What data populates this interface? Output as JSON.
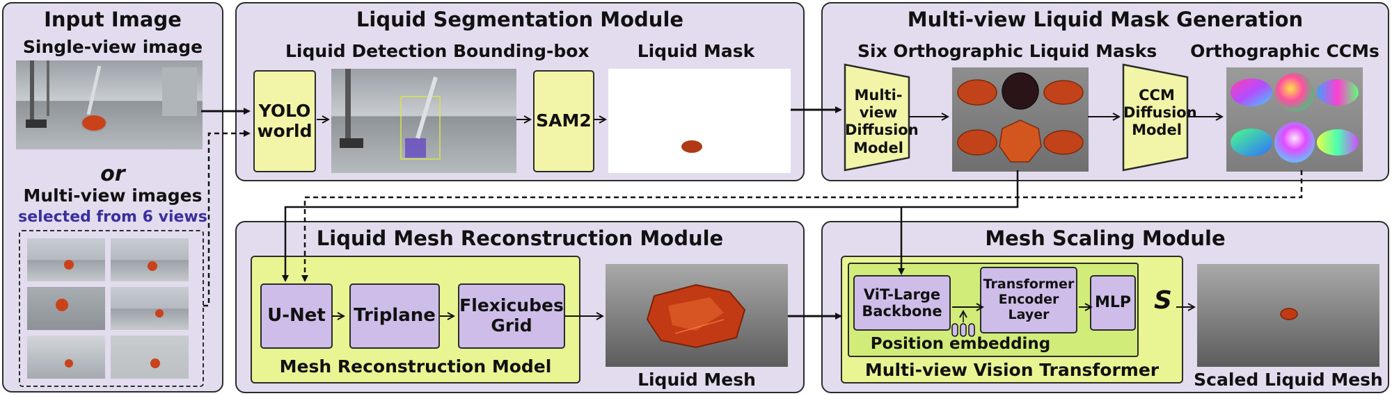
{
  "input": {
    "title": "Input Image",
    "single_view": "Single-view image",
    "or": "or",
    "multi_view": "Multi-view images",
    "selected": "selected from 6 views"
  },
  "segmentation": {
    "title": "Liquid Segmentation Module",
    "bbox_label": "Liquid Detection Bounding-box",
    "mask_label": "Liquid Mask",
    "yolo_line1": "YOLO",
    "yolo_line2": "world",
    "sam": "SAM2"
  },
  "multiview": {
    "title": "Multi-view Liquid Mask Generation",
    "six_masks_label": "Six Orthographic Liquid Masks",
    "ccm_label": "Orthographic CCMs",
    "mvd_line1": "Multi-view",
    "mvd_line2": "Diffusion",
    "mvd_line3": "Model",
    "ccm_line1": "CCM",
    "ccm_line2": "Diffusion",
    "ccm_line3": "Model"
  },
  "reconstruction": {
    "title": "Liquid Mesh Reconstruction Module",
    "unet": "U-Net",
    "triplane": "Triplane",
    "flexi_line1": "Flexicubes",
    "flexi_line2": "Grid",
    "model_label": "Mesh Reconstruction Model",
    "mesh_label": "Liquid Mesh"
  },
  "scaling": {
    "title": "Mesh Scaling Module",
    "vit_line1": "ViT-Large",
    "vit_line2": "Backbone",
    "tel_line1": "Transformer",
    "tel_line2": "Encoder",
    "tel_line3": "Layer",
    "mlp": "MLP",
    "s": "S",
    "pos_embed": "Position embedding",
    "mvt_label": "Multi-view Vision Transformer",
    "scaled_label": "Scaled Liquid Mesh"
  },
  "colors": {
    "panel": "#e3dcef",
    "yellow_box": "#f2f4a8",
    "purple_box": "#cdbde8",
    "green_outer": "#e9f593",
    "green_inner": "#d2ec7a",
    "liquid": "#c9421a",
    "selected_text": "#3b2f9e"
  }
}
